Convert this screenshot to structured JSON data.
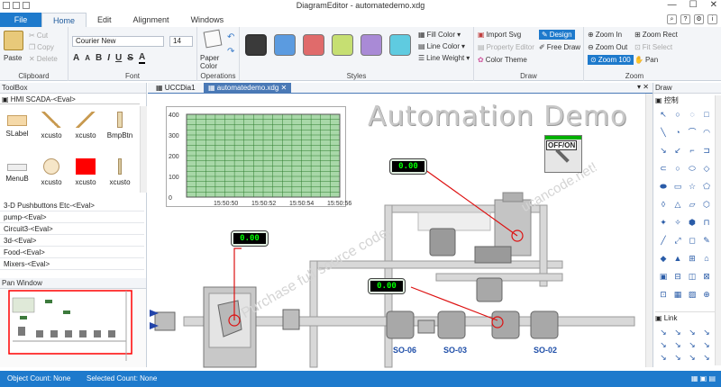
{
  "app": {
    "title": "DiagramEditor - automatedemo.xdg"
  },
  "window_controls": {
    "minimize": "—",
    "maximize": "☐",
    "close": "✕"
  },
  "ribbon_tabs": [
    {
      "label": "File"
    },
    {
      "label": "Home"
    },
    {
      "label": "Edit"
    },
    {
      "label": "Alignment"
    },
    {
      "label": "Windows"
    }
  ],
  "clipboard": {
    "paste": "Paste",
    "cut": "Cut",
    "copy": "Copy",
    "delete": "Delete",
    "label": "Clipboard"
  },
  "font": {
    "family": "Courier New",
    "size": "14",
    "label": "Font",
    "bold": "B",
    "italic": "I",
    "underline": "U",
    "strike": "S"
  },
  "operations": {
    "paper_color": "Paper Color",
    "label": "Operations"
  },
  "styles": {
    "label": "Styles",
    "swatches": [
      "#3a3a3a",
      "#5b9be0",
      "#e06b6b",
      "#c6df72",
      "#a98ad6",
      "#5fcbe0"
    ],
    "fill_color": "Fill Color",
    "line_color": "Line Color",
    "line_weight": "Line Weight"
  },
  "draw": {
    "import_svg": "Import Svg",
    "design": "Design",
    "property_editor": "Property Editor",
    "free_draw": "Free Draw",
    "color_theme": "Color Theme",
    "label": "Draw"
  },
  "zoom": {
    "zoom_in": "Zoom In",
    "zoom_rect": "Zoom Rect",
    "zoom_out": "Zoom Out",
    "fit_select": "Fit Select",
    "zoom_100": "Zoom 100",
    "pan": "Pan",
    "label": "Zoom"
  },
  "toolbox": {
    "title": "ToolBox",
    "group": "HMI SCADA-<Eval>",
    "cells": [
      "SLabel",
      "xcusto",
      "xcusto",
      "BmpBtn",
      "MenuB",
      "xcusto",
      "xcusto",
      "xcusto"
    ],
    "lists": [
      "3-D Pushbuttons Etc-<Eval>",
      "pump-<Eval>",
      "Circuit3-<Eval>",
      "3d-<Eval>",
      "Food-<Eval>",
      "Mixers-<Eval>"
    ]
  },
  "pan_window": {
    "title": "Pan Window"
  },
  "doc_tabs": [
    {
      "label": "UCCDia1"
    },
    {
      "label": "automatedemo.xdg"
    }
  ],
  "canvas": {
    "heading": "Automation Demo",
    "watermark1": "Purchase full source code,",
    "watermark2": "ucancode.net!",
    "switch_label": "OFF/ON",
    "displays": [
      "0.00",
      "0.00",
      "0.00"
    ],
    "pump_labels": [
      "SO-06",
      "SO-03",
      "SO-02"
    ]
  },
  "chart_data": {
    "type": "line",
    "title": "",
    "y_ticks": [
      "400",
      "300",
      "200",
      "100",
      "0"
    ],
    "x_ticks": [
      "15:50:50",
      "15:50:52",
      "15:50:54",
      "15:50:56"
    ],
    "ylim": [
      0,
      400
    ],
    "series": []
  },
  "draw_panel": {
    "title": "Draw",
    "section1": "控制",
    "section2": "Link"
  },
  "status": {
    "object_count": "Object Count: None",
    "selected_count": "Selected Count: None"
  }
}
